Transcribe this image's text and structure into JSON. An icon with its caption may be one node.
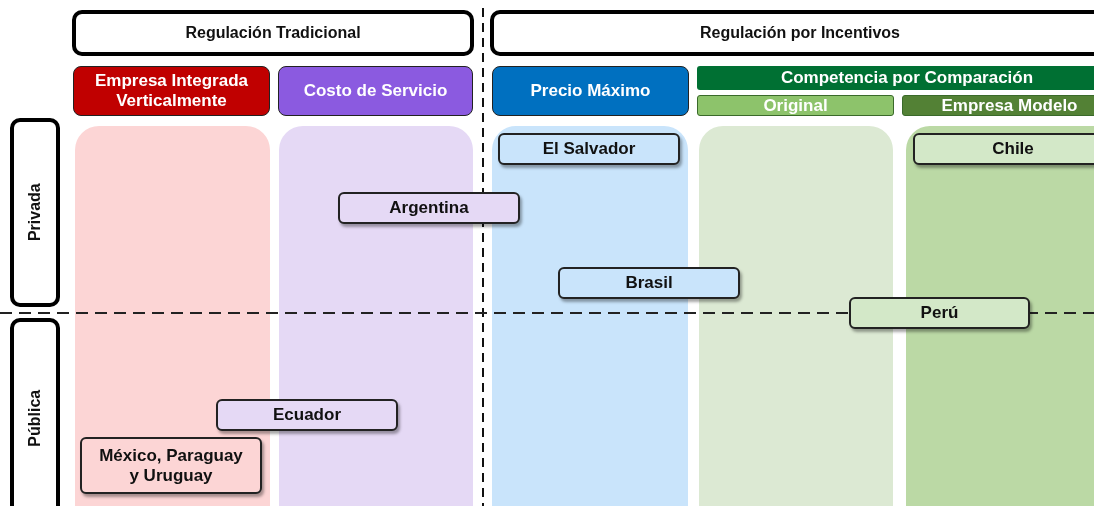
{
  "diagram": {
    "nodes": [
      {
        "text": [
          "Regulación Tradicional"
        ]
      },
      {
        "text": [
          "Regulación por Incentivos"
        ]
      },
      {
        "text": [
          "Empresa Integrada Verticalmente"
        ]
      },
      {
        "text": [
          "Costo de Servicio"
        ]
      },
      {
        "text": [
          "Precio Máximo"
        ]
      },
      {
        "text": [
          "Competencia por Comparación"
        ]
      },
      {
        "text": [
          "Original"
        ]
      },
      {
        "text": [
          "Empresa Modelo"
        ]
      },
      {
        "text": [
          "Privada"
        ]
      },
      {
        "text": [
          "Pública"
        ]
      },
      {
        "text": [],
        "shape": "band"
      },
      {
        "text": [],
        "shape": "band"
      },
      {
        "text": [],
        "shape": "band"
      },
      {
        "text": [],
        "shape": "band"
      },
      {
        "text": [],
        "shape": "band"
      },
      {
        "text": [
          "El Salvador"
        ],
        "in": 12
      },
      {
        "text": [
          "Chile"
        ],
        "in": 14
      },
      {
        "text": [
          "Argentina"
        ]
      },
      {
        "text": [
          "Brasil"
        ]
      },
      {
        "text": [
          "Perú"
        ]
      },
      {
        "text": [
          "Ecuador"
        ]
      },
      {
        "text": [
          "México, Paraguay y Uruguay"
        ],
        "in": 10
      }
    ]
  }
}
